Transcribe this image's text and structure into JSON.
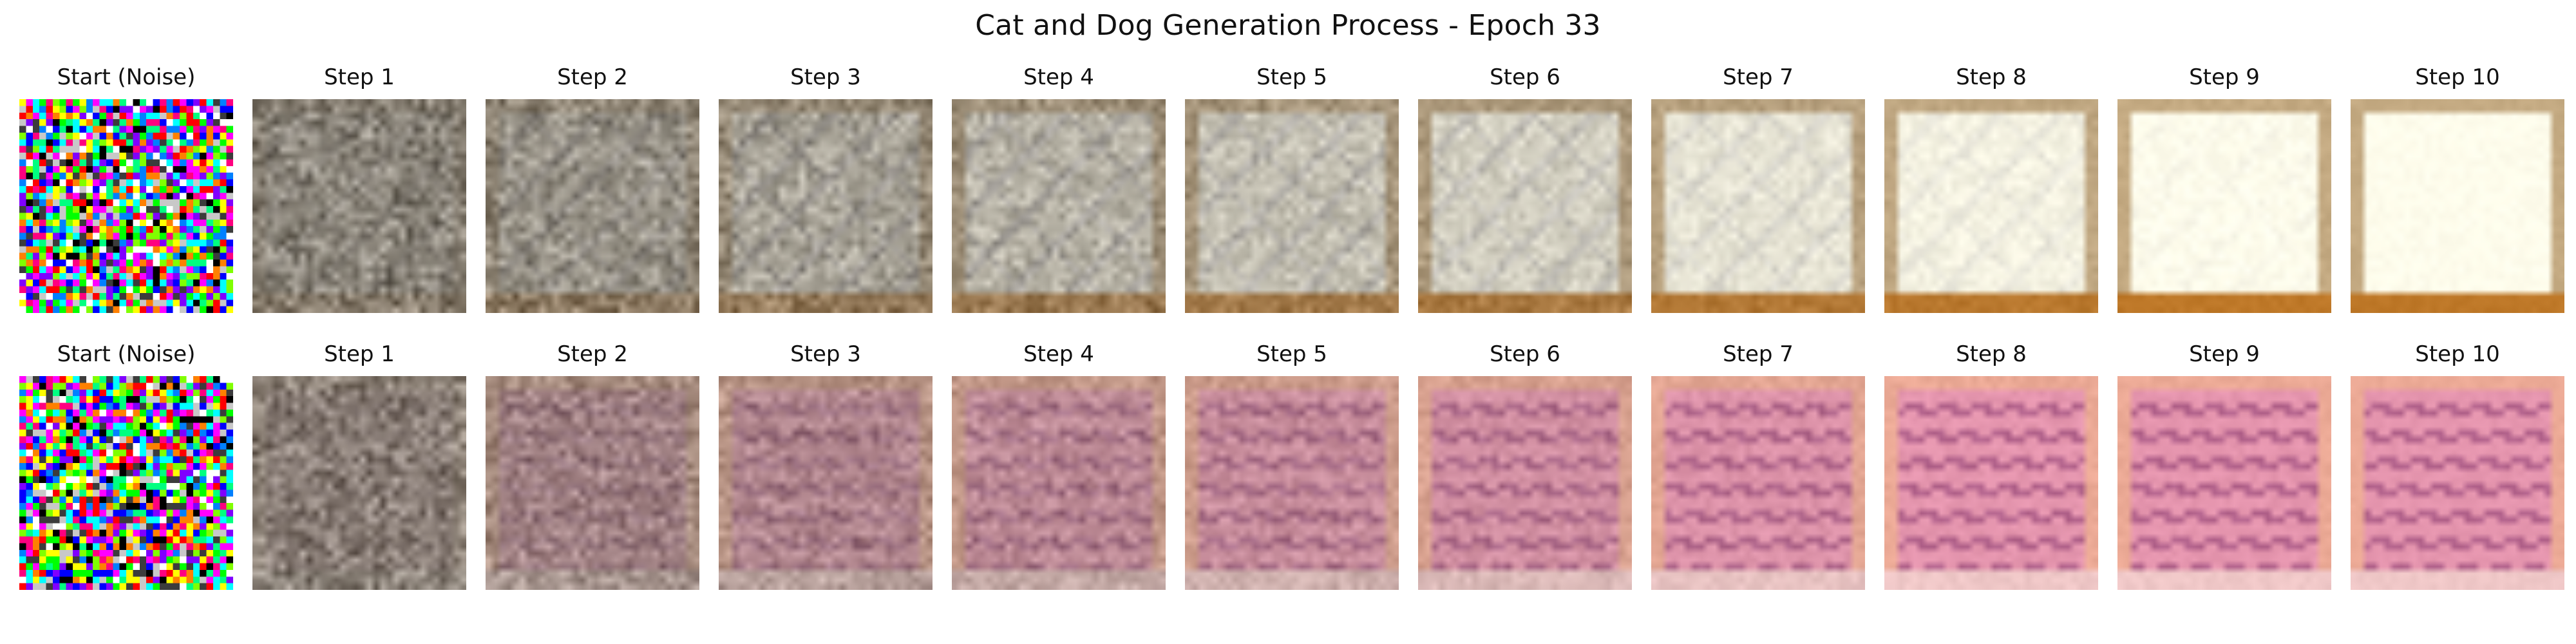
{
  "title": "Cat and Dog Generation Process - Epoch 33",
  "rows": [
    {
      "panels": [
        {
          "label": "Start (Noise)",
          "kind": "noise",
          "seed": 11
        },
        {
          "label": "Step 1",
          "kind": "gen",
          "seed": 21,
          "t": 0.0
        },
        {
          "label": "Step 2",
          "kind": "gen",
          "seed": 22,
          "t": 0.11
        },
        {
          "label": "Step 3",
          "kind": "gen",
          "seed": 23,
          "t": 0.22
        },
        {
          "label": "Step 4",
          "kind": "gen",
          "seed": 24,
          "t": 0.33
        },
        {
          "label": "Step 5",
          "kind": "gen",
          "seed": 25,
          "t": 0.44
        },
        {
          "label": "Step 6",
          "kind": "gen",
          "seed": 26,
          "t": 0.55
        },
        {
          "label": "Step 7",
          "kind": "gen",
          "seed": 27,
          "t": 0.7
        },
        {
          "label": "Step 8",
          "kind": "gen",
          "seed": 28,
          "t": 0.8
        },
        {
          "label": "Step 9",
          "kind": "gen",
          "seed": 29,
          "t": 0.9
        },
        {
          "label": "Step 10",
          "kind": "gen",
          "seed": 30,
          "t": 1.0
        }
      ],
      "palette": "cream"
    },
    {
      "panels": [
        {
          "label": "Start (Noise)",
          "kind": "noise",
          "seed": 41
        },
        {
          "label": "Step 1",
          "kind": "gen",
          "seed": 51,
          "t": 0.0
        },
        {
          "label": "Step 2",
          "kind": "gen",
          "seed": 52,
          "t": 0.25
        },
        {
          "label": "Step 3",
          "kind": "gen",
          "seed": 53,
          "t": 0.4
        },
        {
          "label": "Step 4",
          "kind": "gen",
          "seed": 54,
          "t": 0.5
        },
        {
          "label": "Step 5",
          "kind": "gen",
          "seed": 55,
          "t": 0.6
        },
        {
          "label": "Step 6",
          "kind": "gen",
          "seed": 56,
          "t": 0.7
        },
        {
          "label": "Step 7",
          "kind": "gen",
          "seed": 57,
          "t": 0.8
        },
        {
          "label": "Step 8",
          "kind": "gen",
          "seed": 58,
          "t": 0.87
        },
        {
          "label": "Step 9",
          "kind": "gen",
          "seed": 59,
          "t": 0.93
        },
        {
          "label": "Step 10",
          "kind": "gen",
          "seed": 60,
          "t": 1.0
        }
      ],
      "palette": "pink"
    }
  ]
}
